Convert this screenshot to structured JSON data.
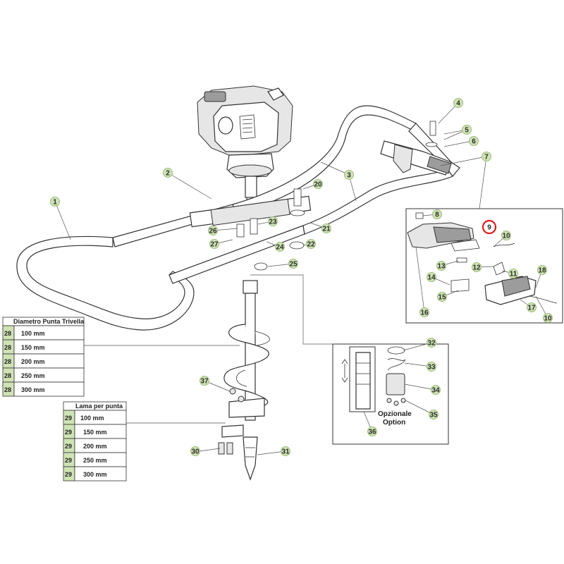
{
  "diagram": {
    "highlighted_callout": "9",
    "callouts": [
      "1",
      "2",
      "3",
      "4",
      "5",
      "6",
      "7",
      "8",
      "9",
      "10",
      "11",
      "12",
      "13",
      "14",
      "15",
      "16",
      "17",
      "18",
      "20",
      "21",
      "22",
      "23",
      "24",
      "25",
      "26",
      "27",
      "28",
      "29",
      "30",
      "31",
      "32",
      "33",
      "34",
      "35",
      "36",
      "37"
    ],
    "option_box": {
      "label_it": "Opzionale",
      "label_en": "Option"
    }
  },
  "table_drill": {
    "header": "Diametro Punta Trivella",
    "rows": [
      {
        "num": "28",
        "size": "100  mm"
      },
      {
        "num": "28",
        "size": "150  mm"
      },
      {
        "num": "28",
        "size": "200  mm"
      },
      {
        "num": "28",
        "size": "250  mm"
      },
      {
        "num": "28",
        "size": "300  mm"
      }
    ]
  },
  "table_blade": {
    "header": "Lama per punta",
    "rows": [
      {
        "num": "29",
        "size": "100  mm"
      },
      {
        "num": "29",
        "size": "150  mm"
      },
      {
        "num": "29",
        "size": "200  mm"
      },
      {
        "num": "29",
        "size": "250  mm"
      },
      {
        "num": "29",
        "size": "300  mm"
      }
    ]
  },
  "colors": {
    "callout_fill": "#cfe3b5",
    "highlight_ring": "#e01a1a"
  }
}
